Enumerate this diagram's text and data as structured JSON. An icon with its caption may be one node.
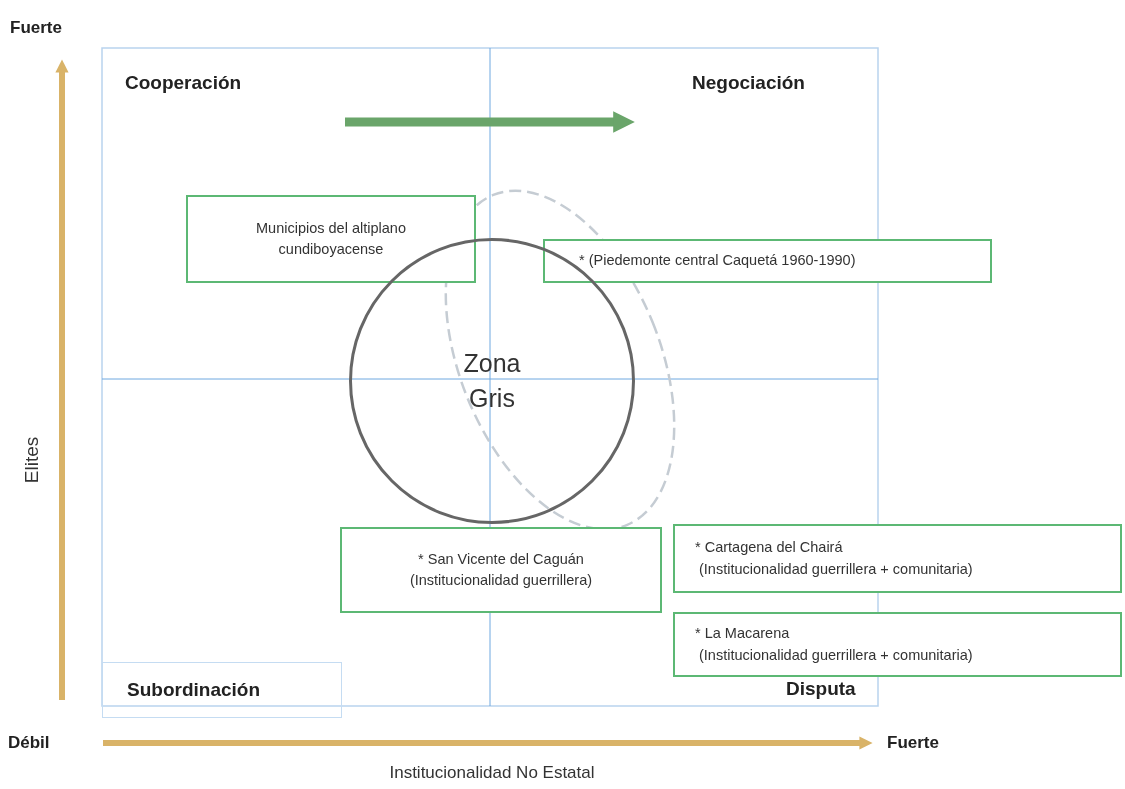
{
  "diagram": {
    "nodes": [
      {
        "text": [
          "Municipios del altiplano cundiboyacense"
        ]
      },
      {
        "text": [
          "* (Piedemonte central Caquetá 1960-1990)"
        ]
      },
      {
        "text": [
          "Zona Gris"
        ]
      },
      {
        "text": [
          "* San Vicente del Caguán",
          "(Institucionalidad guerrillera)"
        ]
      },
      {
        "text": [
          "* Cartagena del Chairá",
          "(Institucionalidad guerrillera + comunitaria)"
        ]
      },
      {
        "text": [
          "* La Macarena",
          "(Institucionalidad guerrillera + comunitaria)"
        ]
      },
      {
        "text": [
          "Subordinación"
        ]
      }
    ],
    "labels": [
      "Fuerte",
      "Cooperación",
      "Negociación",
      "Elites",
      "Disputa",
      "Débil",
      "Fuerte",
      "Institucionalidad No Estatal"
    ]
  }
}
